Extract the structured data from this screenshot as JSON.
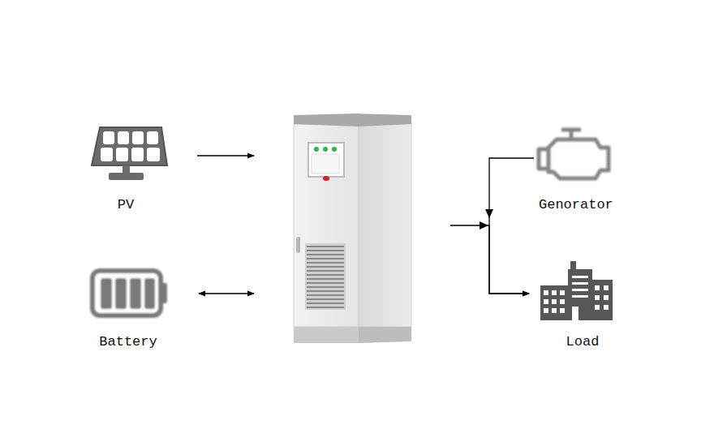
{
  "diagram": {
    "nodes": [
      {
        "text": [
          "PV"
        ]
      },
      {
        "text": [
          "Battery"
        ]
      },
      {
        "text": []
      },
      {
        "text": [
          "Genorator"
        ]
      },
      {
        "text": [
          "Load"
        ]
      }
    ],
    "edges": [
      {
        "from": 0,
        "to": 2,
        "arrow": "to"
      },
      {
        "from": 1,
        "to": 2,
        "arrow": "both"
      },
      {
        "from": 2,
        "to": 4,
        "arrow": "to"
      },
      {
        "from": 3,
        "to": 4,
        "arrow": "to"
      }
    ]
  }
}
